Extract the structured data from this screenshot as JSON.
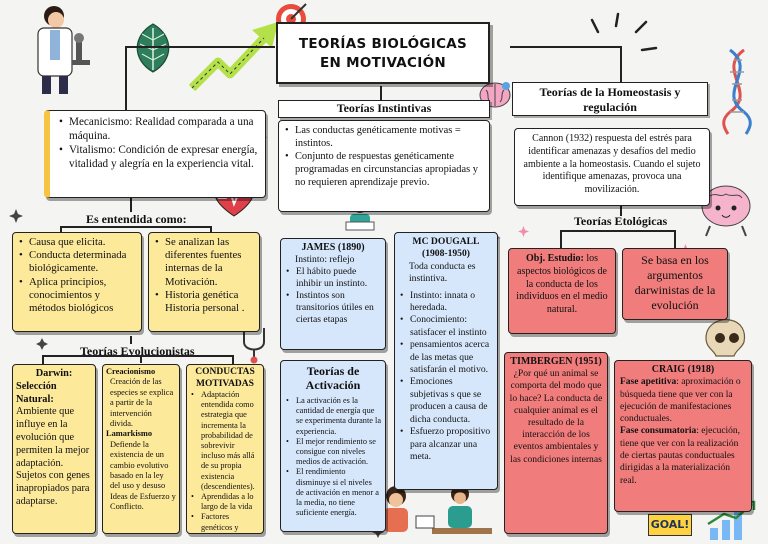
{
  "title": {
    "line1": "TEORÍAS BIOLÓGICAS",
    "line2": "EN MOTIVACIÓN"
  },
  "mechanism_box": {
    "items": [
      "Mecanicismo: Realidad comparada a una máquina.",
      "Vitalismo: Condición de expresar energía, vitalidad y alegría en la experiencia vital."
    ]
  },
  "understood_as": {
    "heading": "Es entendida como:",
    "left_items": [
      "Causa que elicita.",
      "Conducta determinada biológicamente.",
      "Aplica principios, conocimientos y métodos biológicos"
    ],
    "right_items": [
      "Se analizan las diferentes fuentes internas de la Motivación.",
      "Historia genética Historia personal ."
    ]
  },
  "evolutionist": {
    "heading": "Teorías Evolucionistas",
    "darwin": {
      "title": "Darwin:",
      "label": "Selección Natural:",
      "text": "Ambiente que influye en la evolución que permiten la mejor adaptación. Sujetos con genes inapropiados para adaptarse."
    },
    "creationism": {
      "label1": "Creacionismo",
      "text1": "Creación de las especies se explica a partir de la intervención divida.",
      "label2": "Lamarkismo",
      "text2": "Defiende la existencia de un cambio evolutivo basado en la ley del uso y desuso Ideas de Esfuerzo y Conflicto."
    },
    "motivated": {
      "title": "CONDUCTAS MOTIVADAS",
      "items": [
        "Adaptación entendida como estrategia que incrementa la probabilidad de sobrevivir incluso más allá de su propia existencia (descendientes).",
        "Aprendidas a lo largo de la vida",
        "Factores genéticos y ambientales."
      ]
    }
  },
  "instinct": {
    "heading": "Teorías Instintivas",
    "items": [
      "Las conductas genéticamente motivas = instintos.",
      "Conjunto de respuestas genéticamente programadas en circunstancias apropiadas y no requieren aprendizaje previo."
    ],
    "james": {
      "title": "JAMES (1890)",
      "line": "Instinto: reflejo",
      "items": [
        "El hábito puede inhibir un instinto.",
        "Instintos son transitorios útiles en ciertas etapas"
      ]
    },
    "mcdougall": {
      "title": "MC DOUGALL (1908-1950)",
      "line": "Toda conducta es instintiva.",
      "items": [
        "Instinto: innata o heredada.",
        "Conocimiento: satisfacer el instinto",
        "pensamientos acerca de las metas que satisfarán el motivo.",
        "Emociones subjetivas s que se producen a causa de dicha conducta.",
        "Esfuerzo propositivo para alcanzar una meta."
      ]
    }
  },
  "activation": {
    "heading": "Teorías de Activación",
    "items": [
      "La activación es la cantidad de energía que se experimenta durante la experiencia.",
      "El mejor rendimiento se consigue con niveles medios de activación.",
      "El rendimiento disminuye si el niveles de activación en menor a la media, no tiene suficiente energía."
    ]
  },
  "homeostasis": {
    "heading": "Teorías de la Homeostasis y regulación",
    "text": "Cannon (1932) respuesta del estrés para identificar amenazas y desafíos del medio ambiente a la homeostasis. Cuando el sujeto identifique amenazas, provoca una movilización."
  },
  "ethological": {
    "heading": "Teorías Etológicas",
    "object": {
      "label": "Obj. Estudio:",
      "text": "los aspectos biológicos de la conducta de los individuos en el medio natural."
    },
    "darwinist": "Se basa en los argumentos darwinistas de la evolución",
    "timbergen": {
      "title": "TIMBERGEN (1951)",
      "text": "¿Por qué un animal se comporta del modo que lo hace? La conducta de cualquier animal es el resultado de la interacción de los eventos ambientales y las condiciones internas"
    },
    "craig": {
      "title": "CRAIG (1918)",
      "label1": "Fase apetitiva",
      "text1": ": aproximación o búsqueda tiene que ver con la ejecución de manifestaciones conductuales.",
      "label2": "Fase consumatoria",
      "text2": ": ejecución, tiene que ver con la realización de ciertas pautas conductuales dirigidas a la materialización real."
    }
  },
  "goal_sign": "GOAL!",
  "colors": {
    "yellow": "#fde99a",
    "blue": "#d6e6fb",
    "red": "#f07c7c",
    "arrow": "#b4e04a"
  }
}
